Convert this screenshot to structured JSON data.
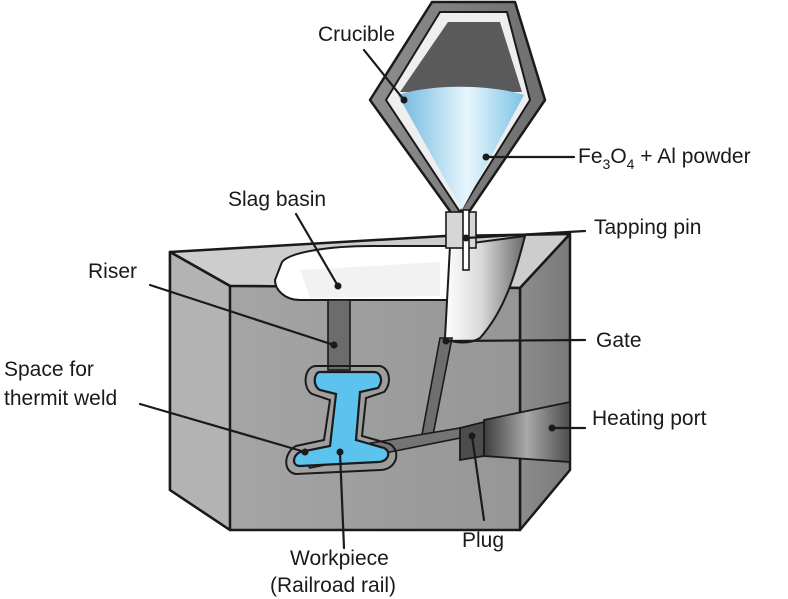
{
  "labels": {
    "crucible": "Crucible",
    "powder_prefix_fe": "Fe",
    "powder_sub_3": "3",
    "powder_o": "O",
    "powder_sub_4": "4",
    "powder_suffix": " + Al powder",
    "tapping_pin": "Tapping pin",
    "slag_basin": "Slag basin",
    "riser": "Riser",
    "gate": "Gate",
    "space_line1": "Space for",
    "space_line2": "thermit weld",
    "heating_port": "Heating port",
    "plug": "Plug",
    "workpiece_line1": "Workpiece",
    "workpiece_line2": "(Railroad rail)"
  },
  "colors": {
    "mold_front": "#9e9e9e",
    "mold_top": "#cfcfcf",
    "mold_side": "#8a8a8a",
    "crucible_dark": "#5c5c5c",
    "weld_blue": "#5cc3ef",
    "channel_gray": "#6f6f6f"
  }
}
